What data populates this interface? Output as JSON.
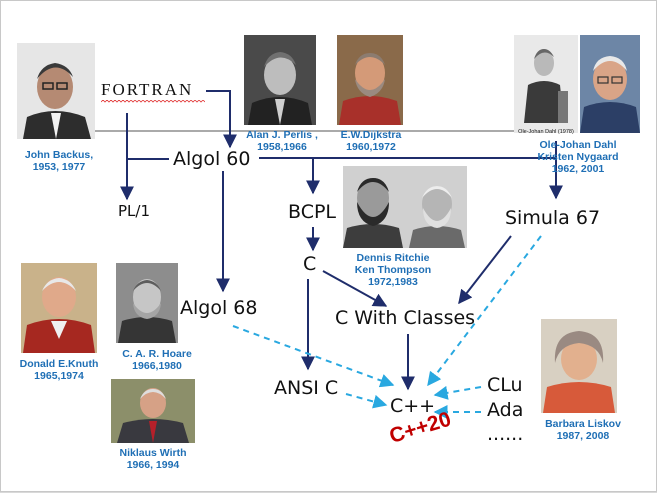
{
  "languages": {
    "fortran": "FORTRAN",
    "algol60": "Algol 60",
    "pl1": "PL/1",
    "bcpl": "BCPL",
    "c": "C",
    "simula67": "Simula 67",
    "algol68": "Algol 68",
    "c_with_classes": "C With Classes",
    "ansi_c": "ANSI C",
    "cpp": "C++",
    "clu": "CLu",
    "ada": "Ada",
    "ellipsis": "......",
    "cpp20": "C++20"
  },
  "people": {
    "backus": {
      "name": "John Backus,",
      "years": "1953, 1977"
    },
    "perlis": {
      "name": "Alan J.  Perlis ,",
      "years": "1958,1966"
    },
    "dijkstra": {
      "name": "E.W.Dijkstra",
      "years": "1960,1972"
    },
    "dahl_nygaard": {
      "photo_caption": "Ole-Johan Dahl (1978)",
      "name": "Ole-Johan Dahl",
      "name2": "Kristen Nygaard",
      "years": "1962, 2001"
    },
    "ritchie_thompson": {
      "name": "Dennis Ritchie",
      "name2": "Ken Thompson",
      "years": "1972,1983"
    },
    "knuth": {
      "name": "Donald E.Knuth",
      "years": "1965,1974"
    },
    "hoare": {
      "name": "C. A. R. Hoare",
      "years": "1966,1980"
    },
    "wirth": {
      "name": "Niklaus Wirth",
      "years": "1966, 1994"
    },
    "liskov": {
      "name": "Barbara Liskov",
      "years": "1987, 2008"
    }
  },
  "colors": {
    "solid_arrow": "#1f2d6b",
    "dashed_arrow": "#29a8e0",
    "caption": "#1f6fb5",
    "cpp20": "#c00000"
  }
}
